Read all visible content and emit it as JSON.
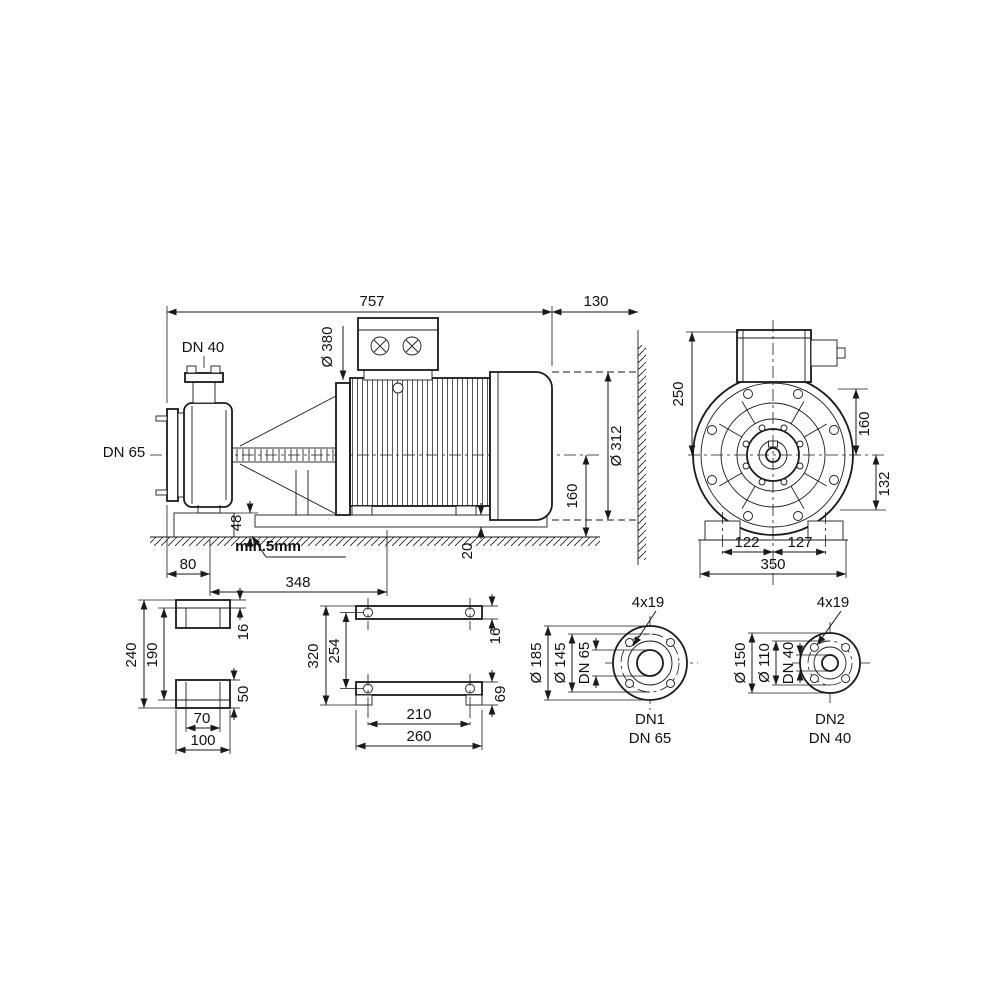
{
  "side_view": {
    "dim_total_length": "757",
    "dim_fan_clearance": "130",
    "discharge_flange": "DN 40",
    "suction_flange": "DN 65",
    "dim_flange_dia": "Ø 380",
    "dim_motor_dia": "Ø 312",
    "dim_shaft_height": "160",
    "dim_foot_height": "48",
    "dim_plate_thickness": "20",
    "grout_note": "min.5mm",
    "dim_suction_to_foot": "80",
    "dim_foot_spacing": "348"
  },
  "front_view": {
    "dim_center_to_top": "250",
    "dim_top_right": "160",
    "dim_bottom_right": "132",
    "dim_foot_left": "122",
    "dim_foot_right": "127",
    "dim_total_width": "350"
  },
  "foot_section": {
    "dim_total_height": "240",
    "dim_inner_height": "190",
    "dim_plate_thickness": "16",
    "dim_channel_height": "50",
    "dim_inner_width": "70",
    "dim_outer_width": "100"
  },
  "baseplate_section": {
    "dim_total_height": "320",
    "dim_bolt_spacing_v": "254",
    "dim_plate_thickness": "16",
    "dim_channel_height": "69",
    "dim_bolt_spacing_h": "210",
    "dim_outer_width": "260"
  },
  "flange_dn1": {
    "bolt_holes": "4x19",
    "dim_outer_dia": "Ø 185",
    "dim_bolt_circle": "Ø 145",
    "dim_nominal": "DN 65",
    "label": "DN1",
    "sublabel": "DN 65"
  },
  "flange_dn2": {
    "bolt_holes": "4x19",
    "dim_outer_dia": "Ø 150",
    "dim_bolt_circle": "Ø 110",
    "dim_nominal": "DN 40",
    "label": "DN2",
    "sublabel": "DN 40"
  }
}
